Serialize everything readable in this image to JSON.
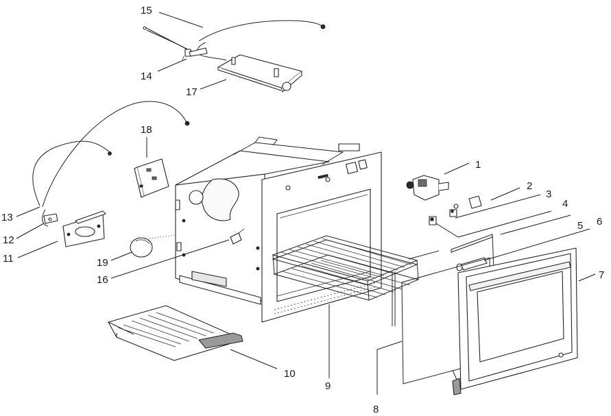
{
  "diagram": {
    "title": "Built-in oven exploded parts view",
    "callouts": [
      "1",
      "2",
      "3",
      "4",
      "5",
      "6",
      "7",
      "8",
      "9",
      "10",
      "11",
      "12",
      "13",
      "14",
      "15",
      "16",
      "17",
      "18",
      "19"
    ]
  }
}
